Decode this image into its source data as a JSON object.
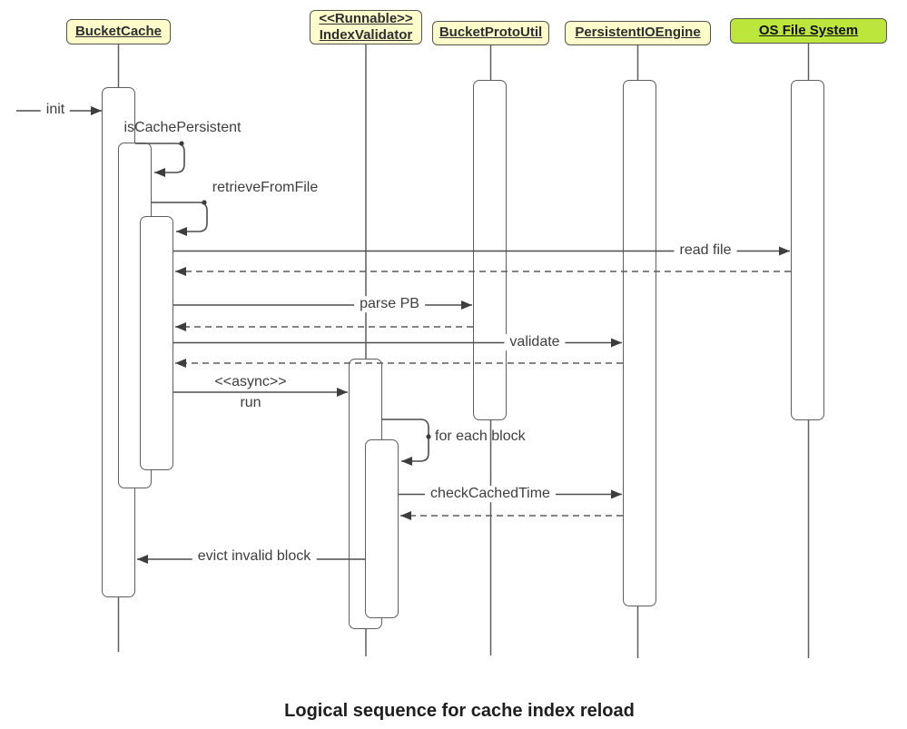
{
  "title": "Logical sequence for cache index reload",
  "participants": [
    {
      "label": "BucketCache"
    },
    {
      "stereotype": "<<Runnable>>",
      "label": "IndexValidator"
    },
    {
      "label": "BucketProtoUtil"
    },
    {
      "label": "PersistentIOEngine"
    },
    {
      "label": "OS File System",
      "highlight": true
    }
  ],
  "messages": [
    {
      "label": "init",
      "type": "found-message"
    },
    {
      "label": "isCachePersistent",
      "type": "self-call"
    },
    {
      "label": "retrieveFromFile",
      "type": "self-call"
    },
    {
      "label": "read file",
      "type": "call"
    },
    {
      "label": "parse PB",
      "type": "call"
    },
    {
      "label": "validate",
      "type": "call"
    },
    {
      "label": "<<async>>",
      "sub_label": "run",
      "type": "async-call"
    },
    {
      "label": "for each block",
      "type": "self-call"
    },
    {
      "label": "checkCachedTime",
      "type": "call"
    },
    {
      "label": "evict invalid block",
      "type": "call"
    }
  ],
  "unlabeled_returns": 4,
  "colors": {
    "participant_fill": "#fdfdcb",
    "participant_highlight_fill": "#bce63c",
    "stroke": "#5e5e5e",
    "arrowhead": "#3d3d3d",
    "text": "#3e3e3e"
  }
}
